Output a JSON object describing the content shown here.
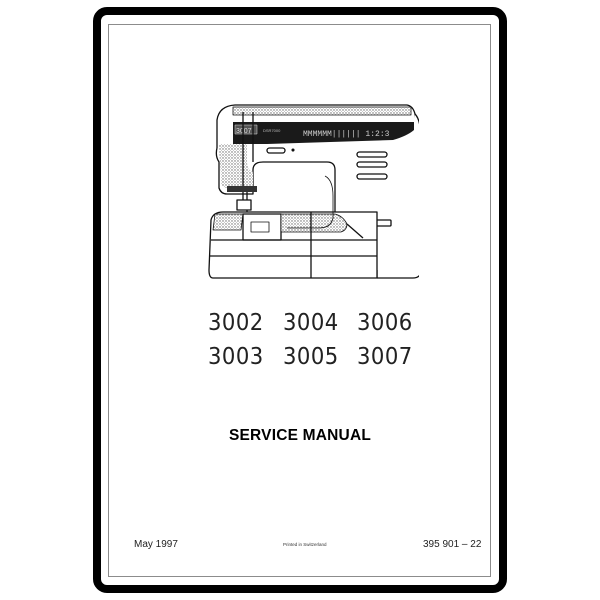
{
  "document": {
    "illustration": "sewing-machine-drawing",
    "models": {
      "row1": [
        "3002",
        "3004",
        "3006"
      ],
      "row2": [
        "3003",
        "3005",
        "3007"
      ]
    },
    "title": "SERVICE MANUAL",
    "footer": {
      "date": "May 1997",
      "printed": "Printed in Switzerland",
      "part_number": "395 901 – 22"
    }
  },
  "colors": {
    "frame": "#000000",
    "inner_border": "#8c8c8c",
    "background": "#ffffff"
  }
}
